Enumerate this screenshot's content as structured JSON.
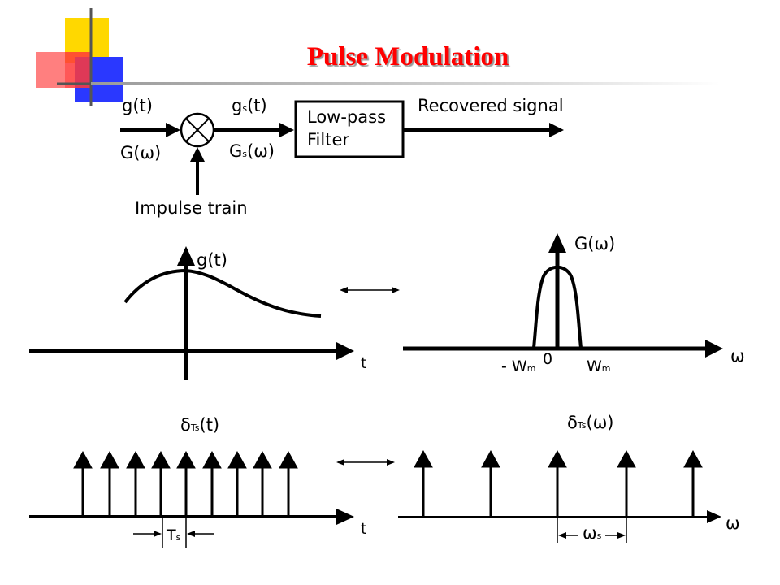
{
  "slide": {
    "title": "Pulse Modulation"
  },
  "block_diagram": {
    "input_time": "g(t)",
    "input_freq": "G(ω)",
    "sampled_time_g": "g",
    "sampled_time_sub": "s",
    "sampled_time_rest": "(t)",
    "sampled_freq_g": "G",
    "sampled_freq_sub": "s",
    "sampled_freq_rest": "(ω)",
    "filter_line1": "Low-pass",
    "filter_line2": "Filter",
    "output": "Recovered signal",
    "impulse": "Impulse train"
  },
  "signal_time": {
    "label": "g(t)",
    "axis": "t"
  },
  "signal_freq": {
    "label": "G(ω)",
    "axis": "ω",
    "origin": "0",
    "neg_w": "- W",
    "neg_w_sub": "m",
    "pos_w": "W",
    "pos_w_sub": "m"
  },
  "impulse_time": {
    "label_delta": "δ",
    "label_sub": "Ts",
    "label_rest": "(t)",
    "axis": "t",
    "period_main": "T",
    "period_sub": "s"
  },
  "impulse_freq": {
    "label_delta": "δ",
    "label_sub": "Ts",
    "label_rest": "(ω)",
    "axis": "ω",
    "period_main": "ω",
    "period_sub": "s"
  },
  "colors": {
    "title": "#ff0000",
    "deco_yellow": "#ffd800",
    "deco_red": "#ff3a3a",
    "deco_blue": "#2a38ff",
    "ink": "#000000"
  }
}
